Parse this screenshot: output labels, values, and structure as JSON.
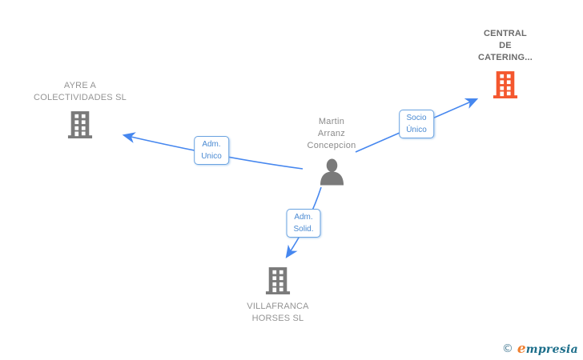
{
  "colors": {
    "edge_blue": "#4687ef",
    "label_border": "#6ba3e0",
    "label_text": "#4a8ad2",
    "node_gray": "#7a7a7a",
    "node_orange": "#f4572e",
    "company_text": "#949494",
    "highlight_text": "#6b6b6b",
    "person_text": "#8a8a8a",
    "brand_symbol": "#4e8098",
    "brand_initial": "#f08030",
    "brand_rest": "#1c6e8a"
  },
  "nodes": {
    "ayre": {
      "label": "AYRE A\nCOLECTIVIDADES SL",
      "type": "company",
      "icon": "building-icon",
      "icon_color": "gray"
    },
    "central": {
      "label": "CENTRAL\nDE\nCATERING...",
      "type": "company",
      "icon": "building-icon",
      "icon_color": "orange"
    },
    "person": {
      "label": "Martin\nArranz\nConcepcion",
      "type": "person",
      "icon": "person-icon",
      "icon_color": "gray"
    },
    "villafranca": {
      "label": "VILLAFRANCA\nHORSES SL",
      "type": "company",
      "icon": "building-icon",
      "icon_color": "gray"
    }
  },
  "edges": [
    {
      "from": "person",
      "to": "ayre",
      "label": "Adm.\nUnico"
    },
    {
      "from": "person",
      "to": "central",
      "label": "Socio\nÚnico"
    },
    {
      "from": "person",
      "to": "villafranca",
      "label": "Adm.\nSolid."
    }
  ],
  "footer": {
    "symbol": "©",
    "brand_initial": "e",
    "brand_rest": "mpresia"
  }
}
